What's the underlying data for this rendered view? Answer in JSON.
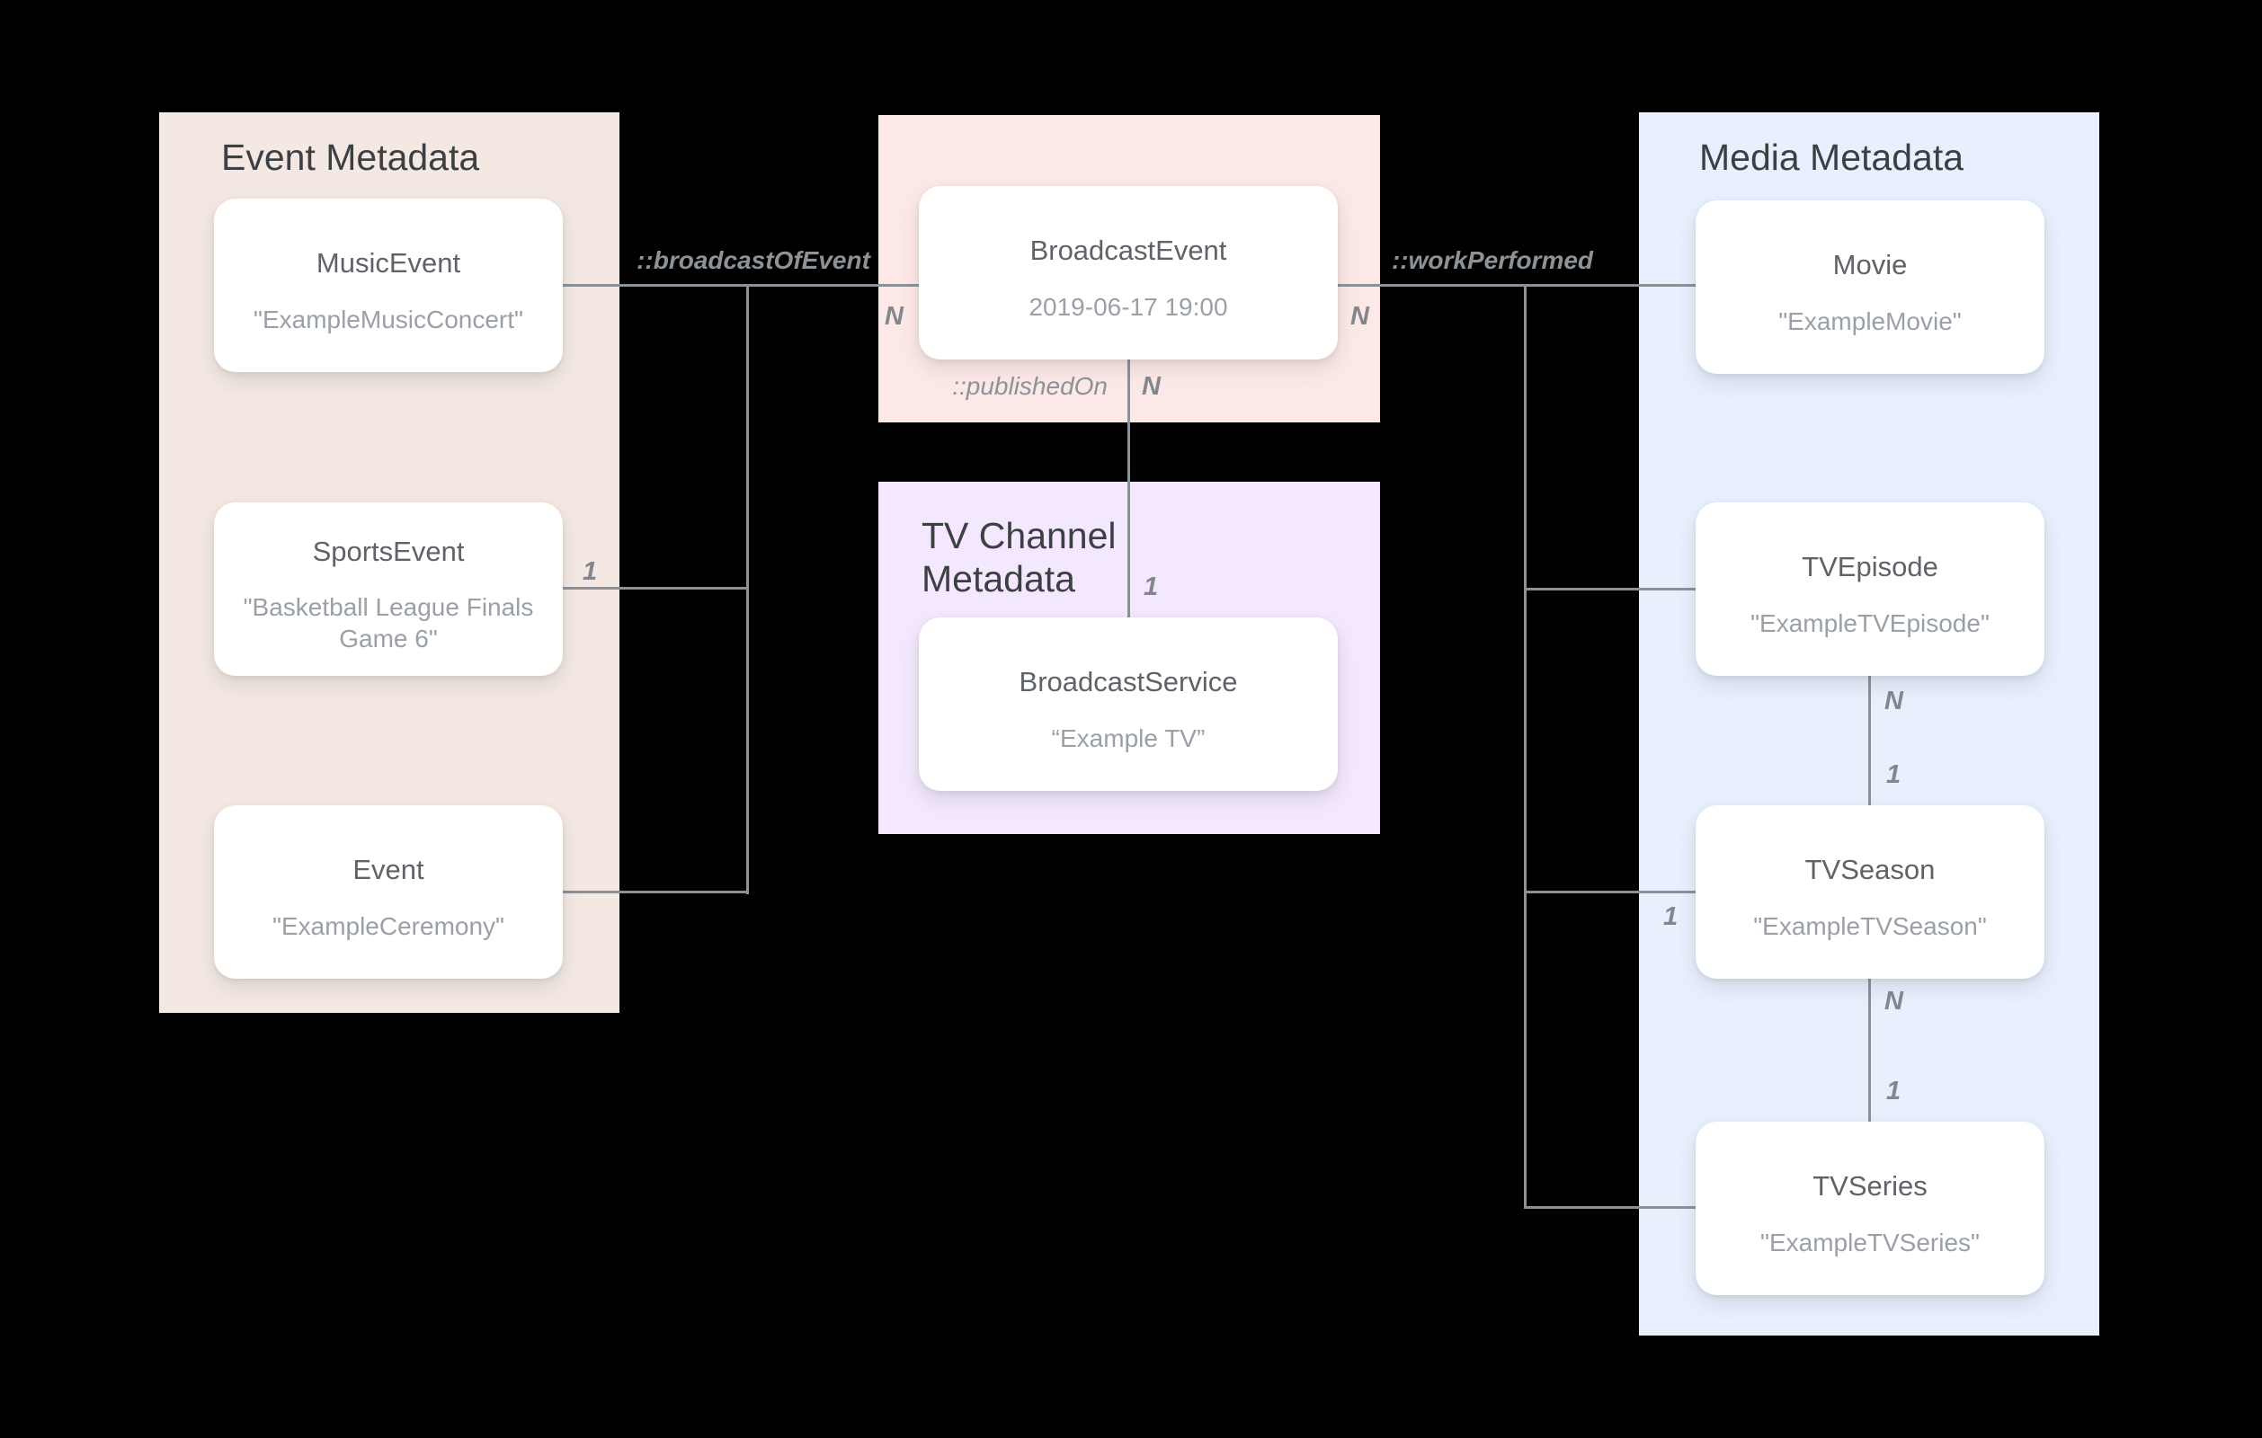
{
  "panels": {
    "event": {
      "title": "Event Metadata",
      "bg": "#f3e9e2"
    },
    "broadcast": {
      "bg": "#fce8e6"
    },
    "tvchannel": {
      "title": "TV Channel Metadata",
      "bg": "#f3e8fd"
    },
    "media": {
      "title": "Media Metadata",
      "bg": "#e8f0fe"
    }
  },
  "nodes": {
    "music_event": {
      "title": "MusicEvent",
      "value": "\"ExampleMusicConcert\""
    },
    "sports_event": {
      "title": "SportsEvent",
      "value": "\"Basketball League Finals Game 6\""
    },
    "event": {
      "title": "Event",
      "value": "\"ExampleCeremony\""
    },
    "broadcast_event": {
      "title": "BroadcastEvent",
      "value": "2019-06-17 19:00"
    },
    "broadcast_service": {
      "title": "BroadcastService",
      "value": "“Example TV”"
    },
    "movie": {
      "title": "Movie",
      "value": "\"ExampleMovie\""
    },
    "tv_episode": {
      "title": "TVEpisode",
      "value": "\"ExampleTVEpisode\""
    },
    "tv_season": {
      "title": "TVSeason",
      "value": "\"ExampleTVSeason\""
    },
    "tv_series": {
      "title": "TVSeries",
      "value": "\"ExampleTVSeries\""
    }
  },
  "edge_labels": {
    "broadcast_of_event": "::broadcastOfEvent",
    "work_performed": "::workPerformed",
    "published_on": "::publishedOn"
  },
  "cardinalities": {
    "broadcast_n_left": "N",
    "broadcast_n_right": "N",
    "published_n": "N",
    "published_1": "1",
    "sports_1": "1",
    "season_1": "1",
    "episode_season_n": "N",
    "episode_season_1": "1",
    "season_series_n": "N",
    "season_series_1": "1"
  },
  "colors": {
    "background": "#000000",
    "event_panel": "#f3e9e2",
    "broadcast_panel": "#fce8e6",
    "tvchannel_panel": "#f3e8fd",
    "media_panel": "#e8f0fe",
    "card": "#ffffff",
    "line": "#8b9196",
    "panel_title": "#3c4043",
    "node_title": "#5f6368",
    "node_value": "#9aa0a6",
    "edge_label": "#8d9297"
  }
}
